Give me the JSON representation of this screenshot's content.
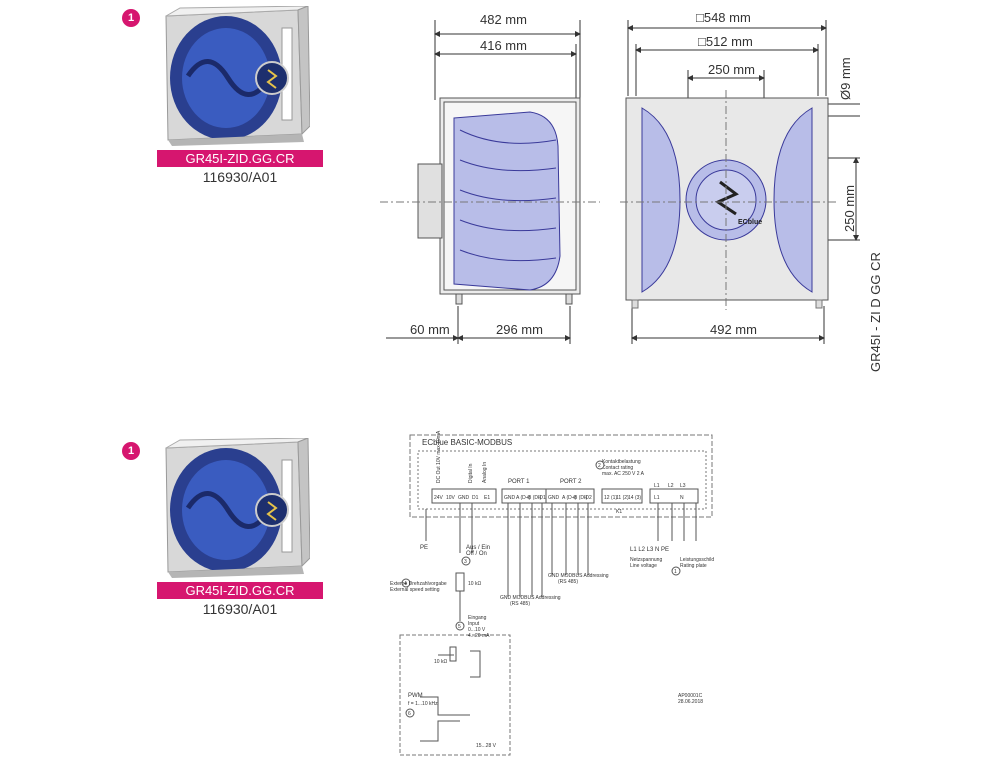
{
  "products": [
    {
      "badge": "1",
      "name": "GR45I-ZID.GG.CR",
      "code": "116930/A01"
    },
    {
      "badge": "1",
      "name": "GR45I-ZID.GG.CR",
      "code": "116930/A01"
    }
  ],
  "side_view": {
    "dim_total": "482 mm",
    "dim_inner": "416 mm",
    "dim_inlet": "60 mm",
    "dim_base": "296 mm"
  },
  "front_view": {
    "dim_outer": "□548 mm",
    "dim_inner": "□512 mm",
    "dim_center": "250 mm",
    "dim_hole": "Ø9 mm",
    "dim_vertical": "250 mm",
    "dim_base": "492 mm",
    "model_vertical": "GR45I - ZI D GG CR",
    "motor_logo": "ECblue"
  },
  "wiring": {
    "title": "ECblue BASIC-MODBUS",
    "terminals": [
      "24V",
      "10V",
      "GND",
      "D1",
      "E1",
      "GND",
      "A (D+)",
      "B (D-)",
      "ID1",
      "GND",
      "A (D+)",
      "B (D-)",
      "ID2",
      "12 (1)",
      "11 (2)",
      "14 (3)",
      "L1",
      "L1",
      "L2",
      "L3",
      "N"
    ],
    "port1": "PORT 1",
    "port2": "PORT 2",
    "contact_rating_de": "Kontaktbelastung",
    "contact_rating_en": "Contact rating",
    "contact_rating_value": "max. AC 250 V 2 A",
    "k1": "K1",
    "circle_labels": [
      "2",
      "3",
      "4",
      "5",
      "6",
      "1"
    ],
    "dc_out": "DC Out 10V max 10mA",
    "digital_in": "Digital In",
    "analog_in": "Analog In",
    "pe": "PE",
    "aus_ein": "Aus / Ein",
    "off_on": "Off / On",
    "ext_speed_de": "Externe Drehzahlvorgabe",
    "ext_speed_en": "External speed setting",
    "kohm": "10 kΩ",
    "kohm2": "10 kΩ",
    "eingang": "Eingang",
    "input": "Input",
    "input_v": "0...10 V",
    "input_ma": "4...20 mA",
    "gnd_modbus_1": "GND  MODBUS  Addressing",
    "rs485_1": "(RS 485)",
    "gnd_modbus_2": "GND  MODBUS  Addressing",
    "rs485_2": "(RS 485)",
    "netz_de": "Netzspannung",
    "netz_en": "Line voltage",
    "rating_de": "Leistungsschild",
    "rating_en": "Rating plate",
    "phases": "L1   L2  L3 N  PE",
    "pwm": "PWM",
    "pwm_freq": "f = 1...10 kHz",
    "voltage": "15...28 V",
    "ref_code": "AP00001C",
    "ref_date": "28.06.2018"
  },
  "colors": {
    "accent": "#d6166f",
    "impeller": "#b8bde8",
    "impeller_stroke": "#3a3a9a",
    "frame": "#e6e6e6"
  }
}
